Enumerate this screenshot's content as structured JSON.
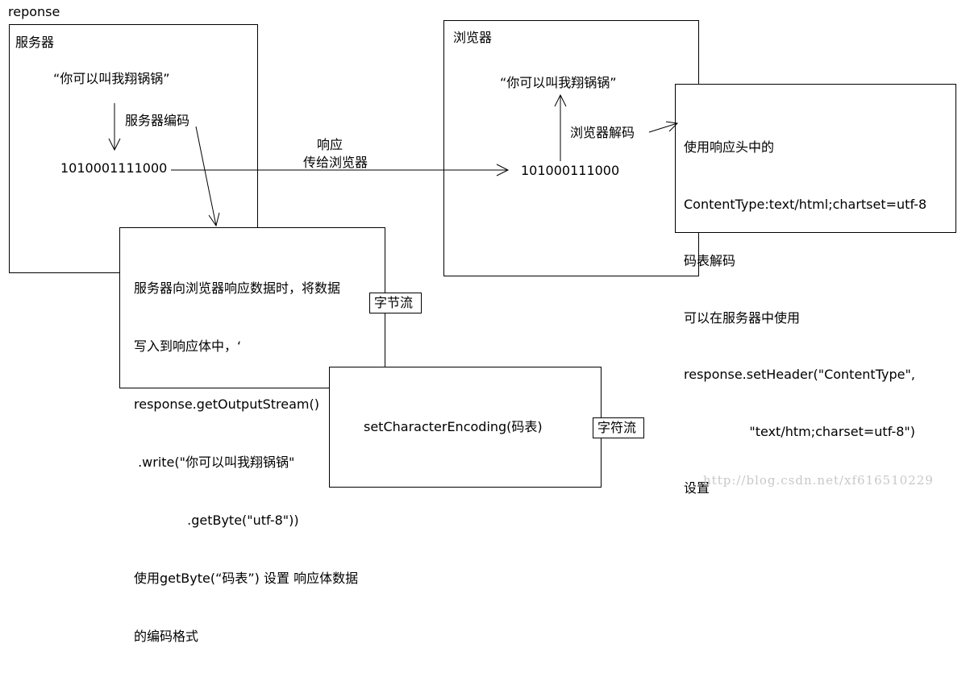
{
  "title": "reponse",
  "server": {
    "title": "服务器",
    "string": "“你可以叫我翔锅锅”",
    "encode_label": "服务器编码",
    "bits": "1010001111000"
  },
  "transfer": {
    "line1": "响应",
    "line2": "传给浏览器"
  },
  "browser": {
    "title": "浏览器",
    "string": "“你可以叫我翔锅锅”",
    "decode_label": "浏览器解码",
    "bits": "101000111000"
  },
  "note": {
    "lines": [
      "使用响应头中的",
      "ContentType:text/html;chartset=utf-8",
      "码表解码",
      "可以在服务器中使用",
      "response.setHeader(\"ContentType\",",
      "                \"text/htm;charset=utf-8\")",
      "设置"
    ]
  },
  "body_box": {
    "lines": [
      "服务器向浏览器响应数据时，将数据",
      "写入到响应体中，‘",
      "response.getOutputStream()",
      " .write(\"你可以叫我翔锅锅\"",
      "             .getByte(\"utf-8\"))",
      "使用getByte(“码表”) 设置 响应体数据",
      "的编码格式"
    ]
  },
  "byte_stream_label": "字节流",
  "char_box": {
    "text": "setCharacterEncoding(码表)"
  },
  "char_stream_label": "字符流",
  "watermark": "http://blog.csdn.net/xf616510229"
}
